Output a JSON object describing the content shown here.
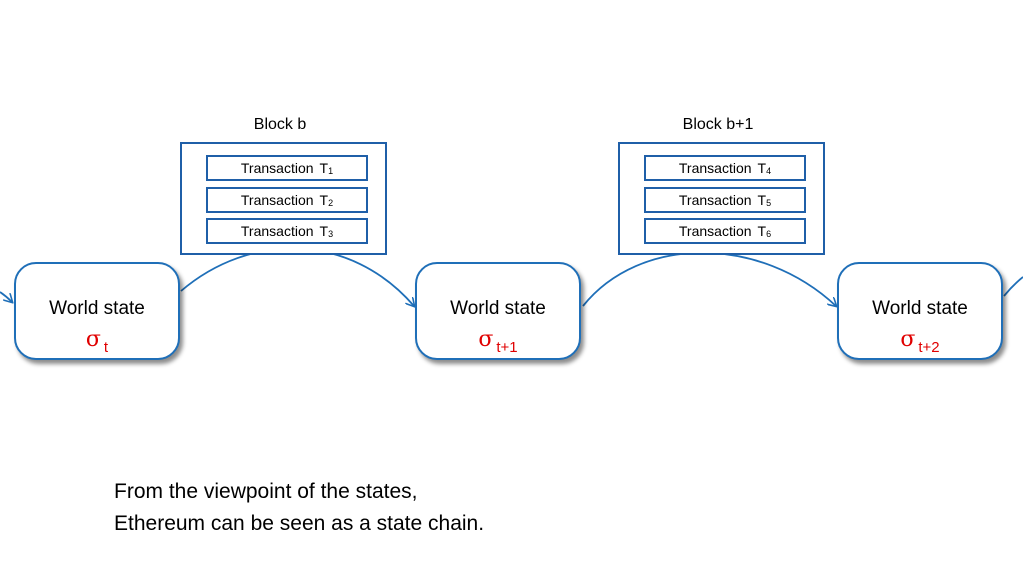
{
  "blocks": [
    {
      "title": "Block b",
      "transactions": [
        {
          "label": "Transaction",
          "symbol": "T",
          "sub": "1"
        },
        {
          "label": "Transaction",
          "symbol": "T",
          "sub": "2"
        },
        {
          "label": "Transaction",
          "symbol": "T",
          "sub": "3"
        }
      ]
    },
    {
      "title": "Block b+1",
      "transactions": [
        {
          "label": "Transaction",
          "symbol": "T",
          "sub": "4"
        },
        {
          "label": "Transaction",
          "symbol": "T",
          "sub": "5"
        },
        {
          "label": "Transaction",
          "symbol": "T",
          "sub": "6"
        }
      ]
    }
  ],
  "states": [
    {
      "label": "World state",
      "symbol": "σ",
      "sub": "t"
    },
    {
      "label": "World state",
      "symbol": "σ",
      "sub": "t+1"
    },
    {
      "label": "World state",
      "symbol": "σ",
      "sub": "t+2"
    }
  ],
  "caption": {
    "line1": "From the viewpoint of the states,",
    "line2": "Ethereum can be seen as a state chain."
  },
  "colors": {
    "box_border": "#1f5fa8",
    "state_border": "#1f6fb8",
    "arrow": "#1f6fb8",
    "state_symbol": "#e00000"
  }
}
